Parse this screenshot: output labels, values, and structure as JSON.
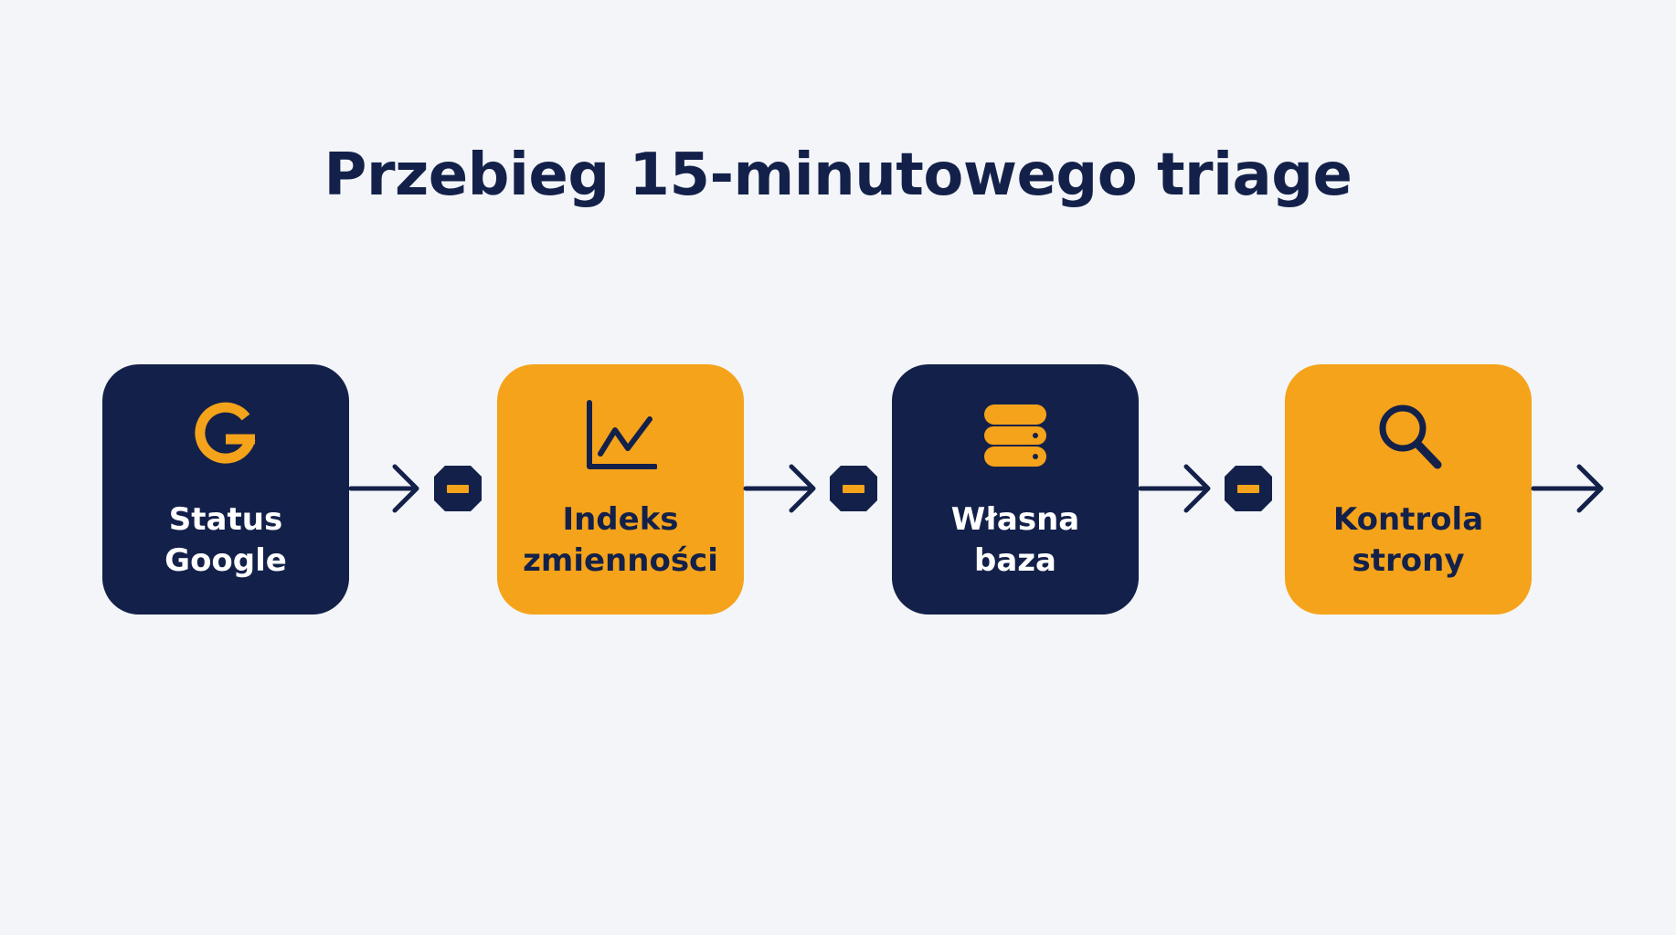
{
  "title": "Przebieg 15-minutowego triage",
  "steps": [
    {
      "line1": "Status",
      "line2": "Google",
      "style": "dark",
      "icon": "google-g-icon"
    },
    {
      "line1": "Indeks",
      "line2": "zmienności",
      "style": "amber",
      "icon": "line-chart-icon"
    },
    {
      "line1": "Własna",
      "line2": "baza",
      "style": "dark",
      "icon": "database-icon"
    },
    {
      "line1": "Kontrola",
      "line2": "strony",
      "style": "amber",
      "icon": "magnifier-icon"
    }
  ],
  "colors": {
    "background": "#f3f5f8",
    "navy": "#13214a",
    "amber": "#f5a31a",
    "white": "#ffffff"
  }
}
